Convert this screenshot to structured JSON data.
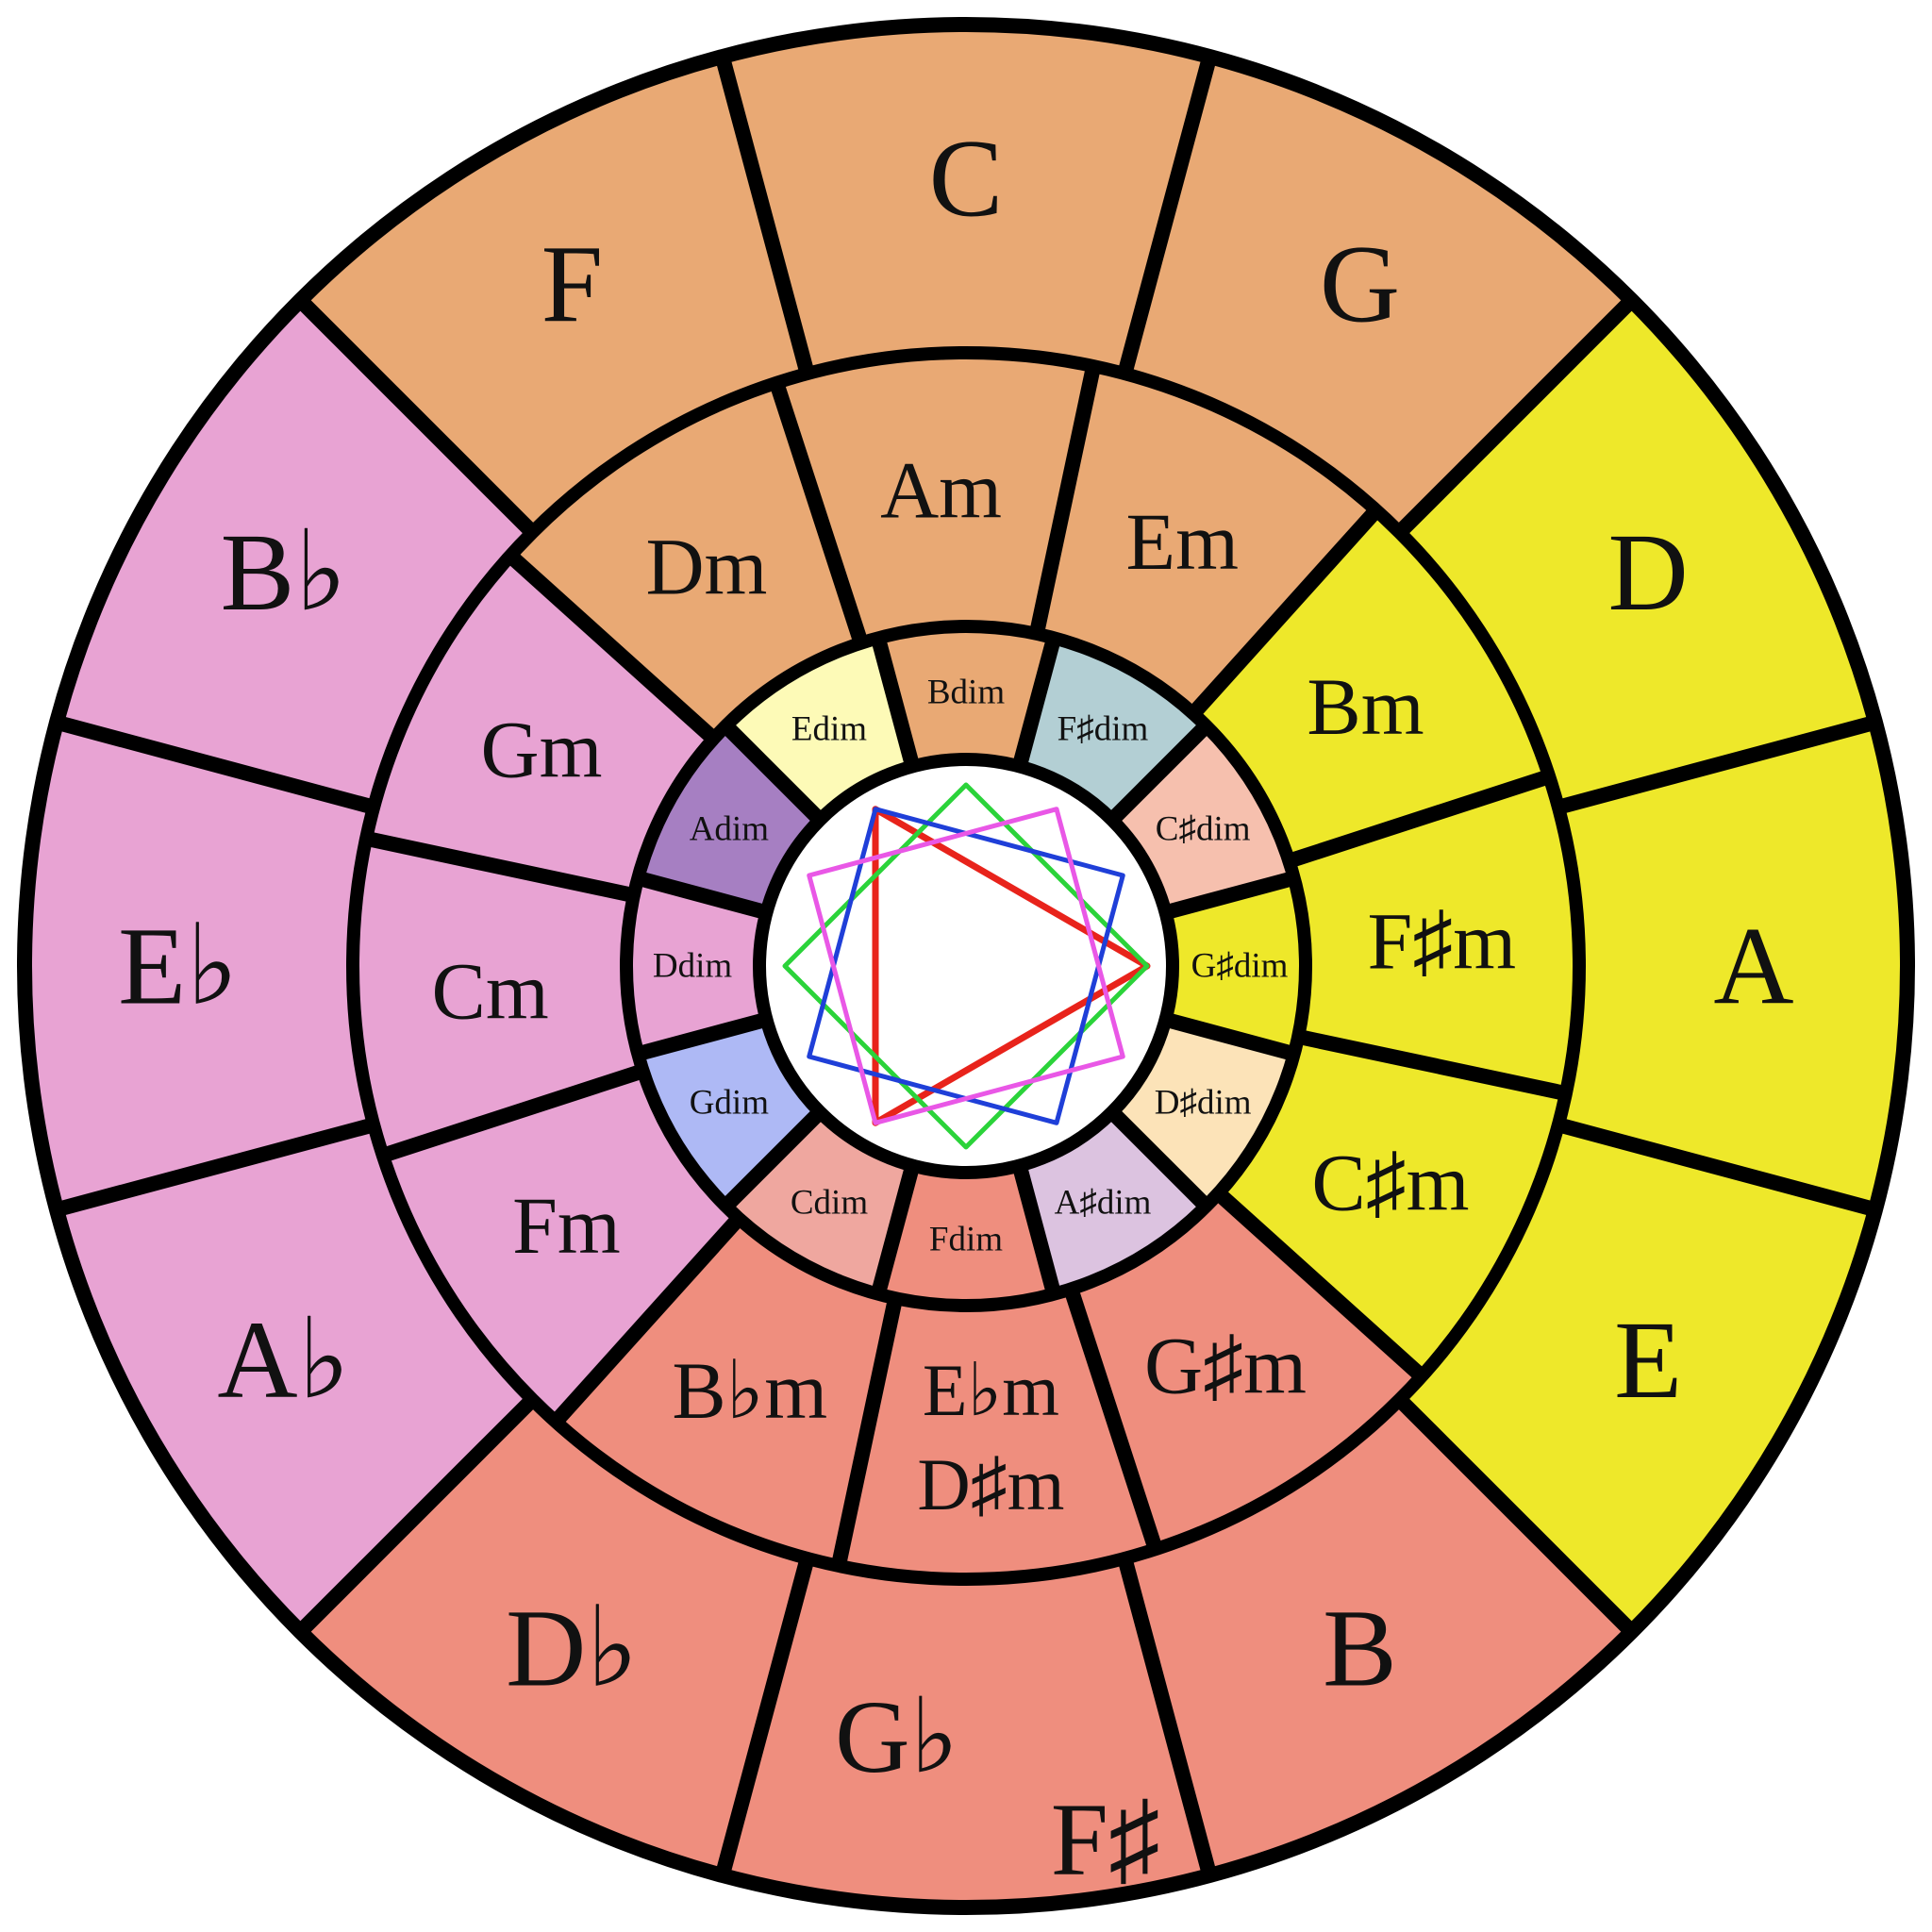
{
  "colors": {
    "orange": "#E9A974",
    "yellow": "#EEE82A",
    "pink": "#E8A3D3",
    "salmon": "#EF8E7E",
    "outline": "#000000"
  },
  "segments": [
    {
      "major": "C",
      "minor": "Am",
      "dim": "Bdim",
      "color_outer": "#E9A974",
      "color_middle": "#E9A974",
      "color_inner": "#E9A974"
    },
    {
      "major": "G",
      "minor": "Em",
      "dim": "F♯dim",
      "color_outer": "#E9A974",
      "color_middle": "#E9A974",
      "color_inner": "#B3CFD4"
    },
    {
      "major": "D",
      "minor": "Bm",
      "dim": "C♯dim",
      "color_outer": "#EEE82A",
      "color_middle": "#EEE82A",
      "color_inner": "#F6C0AE"
    },
    {
      "major": "A",
      "minor": "F♯m",
      "dim": "G♯dim",
      "color_outer": "#EEE82A",
      "color_middle": "#EEE82A",
      "color_inner": "#EEE82A"
    },
    {
      "major": "E",
      "minor": "C♯m",
      "dim": "D♯dim",
      "color_outer": "#EEE82A",
      "color_middle": "#EEE82A",
      "color_inner": "#FCE3B8"
    },
    {
      "major": "B",
      "minor": "G♯m",
      "dim": "A♯dim",
      "color_outer": "#EF8E7E",
      "color_middle": "#EF8E7E",
      "color_inner": "#DCC3E0"
    },
    {
      "major": "G♭",
      "major_alt": "F♯",
      "minor": "E♭m",
      "minor_alt": "D♯m",
      "dim": "Fdim",
      "color_outer": "#EF8E7E",
      "color_middle": "#EF8E7E",
      "color_inner": "#EF8E7E"
    },
    {
      "major": "D♭",
      "minor": "B♭m",
      "dim": "Cdim",
      "color_outer": "#EF8E7E",
      "color_middle": "#EF8E7E",
      "color_inner": "#EFA79F"
    },
    {
      "major": "A♭",
      "minor": "Fm",
      "dim": "Gdim",
      "color_outer": "#E8A3D3",
      "color_middle": "#E8A3D3",
      "color_inner": "#AEB9F5"
    },
    {
      "major": "E♭",
      "minor": "Cm",
      "dim": "Ddim",
      "color_outer": "#E8A3D3",
      "color_middle": "#E8A3D3",
      "color_inner": "#E8A3D3"
    },
    {
      "major": "B♭",
      "minor": "Gm",
      "dim": "Adim",
      "color_outer": "#E8A3D3",
      "color_middle": "#E8A3D3",
      "color_inner": "#A67FC2"
    },
    {
      "major": "F",
      "minor": "Dm",
      "dim": "Edim",
      "color_outer": "#E9A974",
      "color_middle": "#E9A974",
      "color_inner": "#FDFAB7"
    }
  ],
  "polygons": [
    {
      "name": "red-triangle",
      "color": "#E8231B",
      "points": 3,
      "start_deg": 90
    },
    {
      "name": "green-square",
      "color": "#2BD33A",
      "points": 4,
      "start_deg": 90
    },
    {
      "name": "blue-square",
      "color": "#1F3FD8",
      "points": 4,
      "start_deg": 60
    },
    {
      "name": "magenta-square",
      "color": "#E957E6",
      "points": 4,
      "start_deg": 120
    }
  ]
}
